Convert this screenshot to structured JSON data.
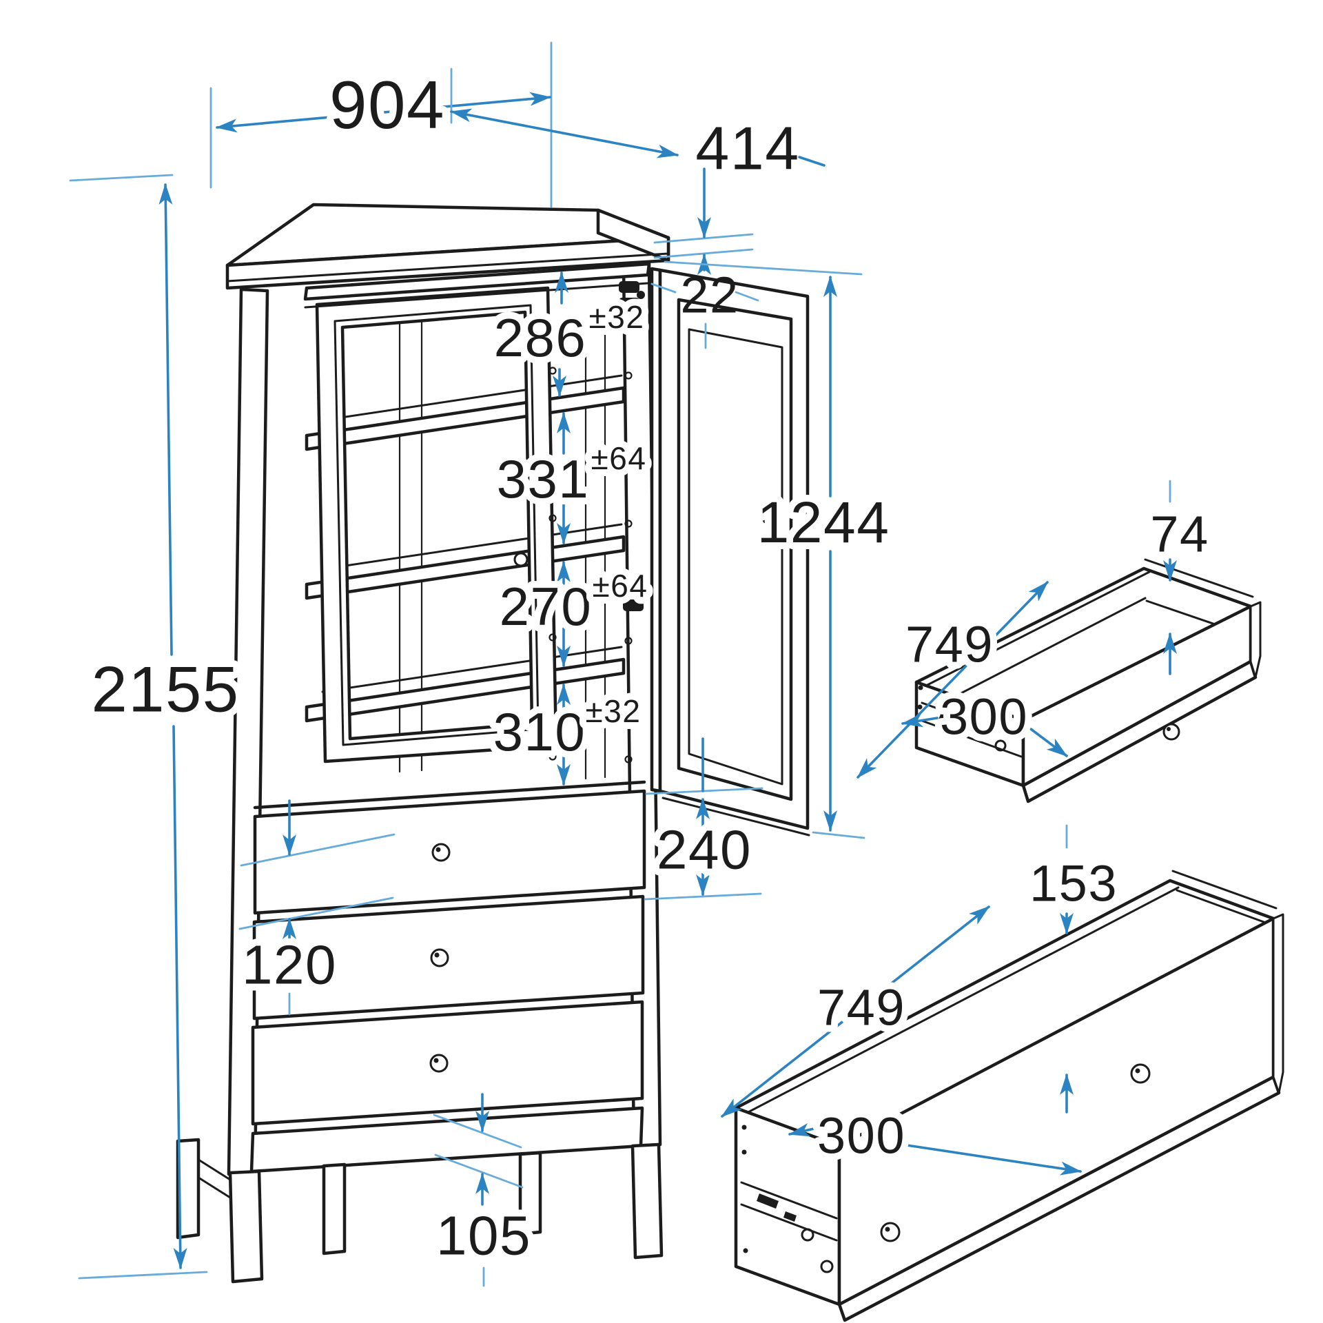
{
  "diagram": {
    "type": "furniture-dimension-drawing",
    "subject": "glass-door cabinet with 3 drawers, plus two loose drawer boxes",
    "units": "mm",
    "colors": {
      "dimension_blue": "#2b83c1",
      "extension_blue": "#66abd9",
      "line_black": "#1c1c1c",
      "background": "#ffffff"
    },
    "labels": {
      "w904": "904",
      "d414": "414",
      "t22": "22",
      "s286": "286",
      "s286_tol": "±32",
      "s331": "331",
      "s331_tol": "±64",
      "s270": "270",
      "s270_tol": "±64",
      "s310": "310",
      "s310_tol": "±32",
      "door1244": "1244",
      "h2155": "2155",
      "p240": "240",
      "p120": "120",
      "p105": "105",
      "dr1_h": "74",
      "dr1_d": "749",
      "dr1_w": "300",
      "dr2_h": "153",
      "dr2_d": "749",
      "dr2_w": "300"
    },
    "cabinet": {
      "overall_width": "904",
      "overall_depth": "414",
      "overall_height": "2155",
      "top_panel_thickness": "22",
      "door_height": "1244",
      "shelf_gaps": [
        {
          "value": "286",
          "tolerance": "±32"
        },
        {
          "value": "331",
          "tolerance": "±64"
        },
        {
          "value": "270",
          "tolerance": "±64"
        },
        {
          "value": "310",
          "tolerance": "±32"
        }
      ],
      "drawer_front_height": "240",
      "drawer_step": "120",
      "plinth_height": "105"
    },
    "loose_drawers": [
      {
        "id": "small-drawer",
        "inner_height": "74",
        "depth": "749",
        "width": "300"
      },
      {
        "id": "large-drawer",
        "inner_height": "153",
        "depth": "749",
        "width": "300"
      }
    ]
  }
}
